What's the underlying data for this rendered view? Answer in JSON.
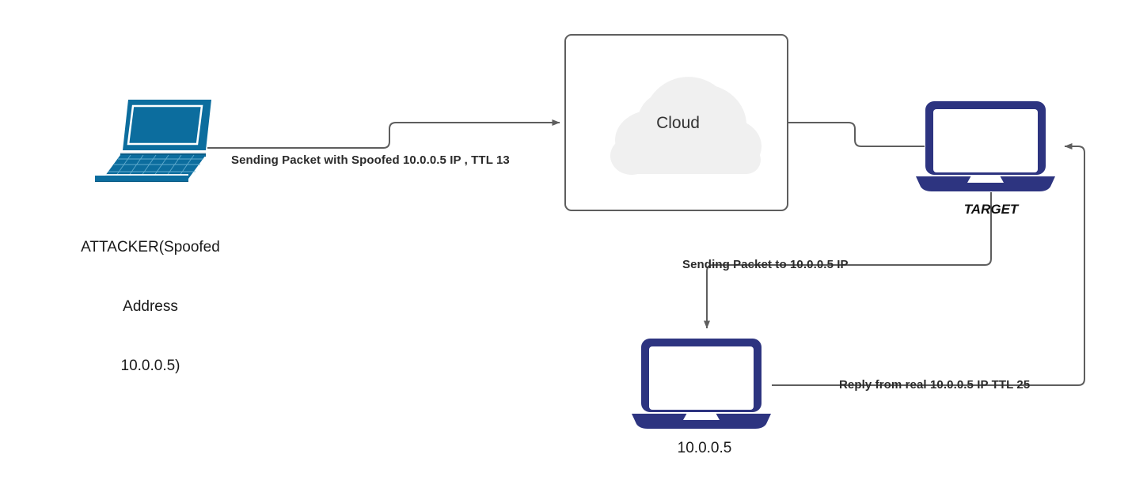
{
  "diagram": {
    "title": "IP Spoofing Attack Diagram",
    "background": "#ffffff",
    "wire_color": "#5e5e5e",
    "attacker_color": "#0c6d9e",
    "host_color": "#2d3480",
    "cloud_fill": "#f0f0f0",
    "label_color": "#2b2b2b"
  },
  "nodes": {
    "attacker": {
      "icon": "laptop-isometric-icon",
      "caption_line1": "ATTACKER(Spoofed",
      "caption_line2": "Address",
      "caption_line3": "10.0.0.5)"
    },
    "cloud": {
      "icon": "cloud-icon",
      "label": "Cloud"
    },
    "target": {
      "icon": "laptop-icon",
      "caption": "TARGET"
    },
    "victim": {
      "icon": "laptop-icon",
      "caption": "10.0.0.5"
    }
  },
  "edges": [
    {
      "id": "attacker-to-cloud",
      "label": "Sending Packet with Spoofed 10.0.0.5 IP , TTL 13",
      "from": "attacker",
      "to": "cloud"
    },
    {
      "id": "cloud-to-target",
      "label": "",
      "from": "cloud",
      "to": "target"
    },
    {
      "id": "target-to-victim",
      "label": "Sending Packet to 10.0.0.5 IP",
      "from": "target",
      "to": "victim"
    },
    {
      "id": "victim-to-target",
      "label": "Reply from real 10.0.0.5 IP TTL 25",
      "from": "victim",
      "to": "target"
    }
  ]
}
